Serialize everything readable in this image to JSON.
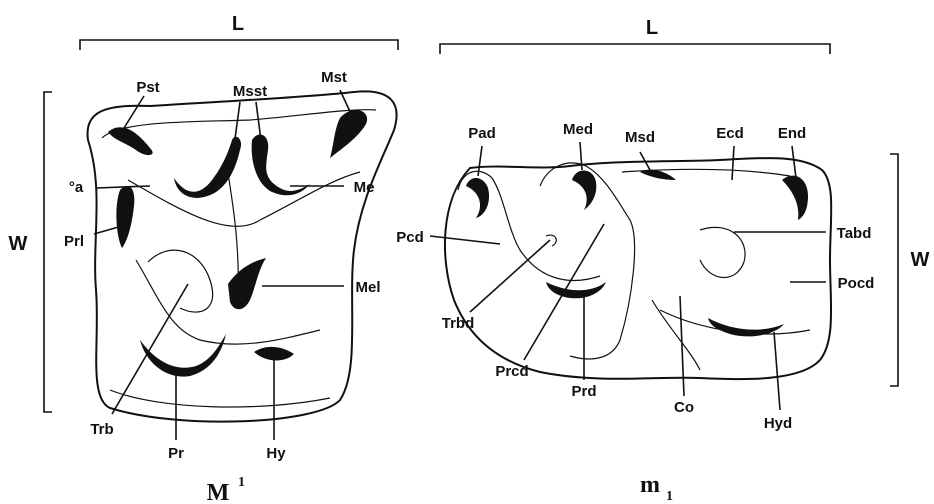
{
  "upper_tooth": {
    "length_label": "L",
    "width_label": "W",
    "caption": "M",
    "caption_sup": "1",
    "labels": {
      "pst": "Pst",
      "msst": "Msst",
      "mst": "Mst",
      "pa": "°a",
      "me": "Me",
      "prl": "Prl",
      "mel": "Mel",
      "trb": "Trb",
      "pr": "Pr",
      "hy": "Hy"
    }
  },
  "lower_tooth": {
    "length_label": "L",
    "width_label": "W",
    "caption": "m",
    "caption_sub": "1",
    "labels": {
      "pad": "Pad",
      "med": "Med",
      "msd": "Msd",
      "ecd": "Ecd",
      "end": "End",
      "pcd": "Pcd",
      "tabd": "Tabd",
      "pocd": "Pocd",
      "trbd": "Trbd",
      "prcd": "Prcd",
      "prd": "Prd",
      "co": "Co",
      "hyd": "Hyd"
    }
  }
}
